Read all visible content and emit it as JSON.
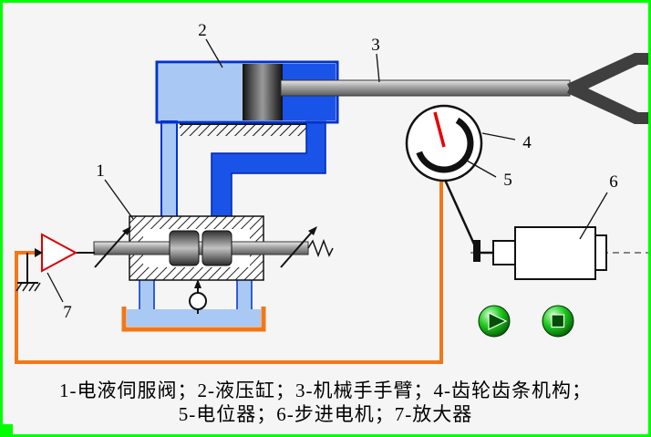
{
  "caption": {
    "line1": "1-电液伺服阀；2-液压缸；3-机械手手臂；4-齿轮齿条机构；",
    "line2": "5-电位器；6-步进电机；7-放大器"
  },
  "labels": {
    "servo_valve": "1",
    "hydraulic_cylinder": "2",
    "manipulator_arm": "3",
    "gear_rack_mechanism": "4",
    "potentiometer": "5",
    "stepper_motor": "6",
    "amplifier": "7"
  },
  "colors": {
    "frame_green": "#00ff00",
    "background": "#f5f5f5",
    "hydraulic_blue": "#1a53e8",
    "hydraulic_light_blue": "#a9c9f4",
    "cylinder_outline_blue": "#0033cc",
    "feedback_wire_orange": "#f07818",
    "needle_red": "#e80000",
    "amplifier_red": "#dd0000",
    "button_green": "#12b412"
  },
  "controls": {
    "play_icon": "play",
    "stop_icon": "stop"
  }
}
